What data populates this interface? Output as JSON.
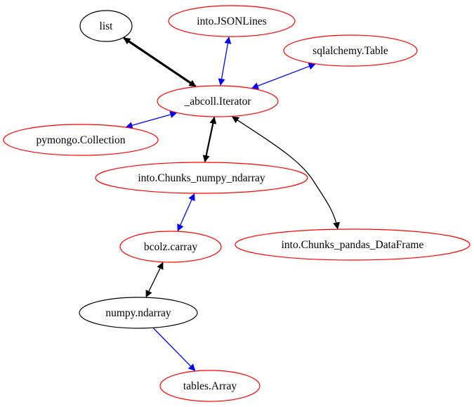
{
  "graph": {
    "nodes": [
      {
        "id": "list",
        "label": "list",
        "style": "black"
      },
      {
        "id": "jsonlines",
        "label": "into.JSONLines",
        "style": "red"
      },
      {
        "id": "sqltable",
        "label": "sqlalchemy.Table",
        "style": "red"
      },
      {
        "id": "iterator",
        "label": "_abcoll.Iterator",
        "style": "red"
      },
      {
        "id": "pymongo",
        "label": "pymongo.Collection",
        "style": "red"
      },
      {
        "id": "chunks_numpy",
        "label": "into.Chunks_numpy_ndarray",
        "style": "red"
      },
      {
        "id": "chunks_pandas",
        "label": "into.Chunks_pandas_DataFrame",
        "style": "red"
      },
      {
        "id": "bcolz",
        "label": "bcolz.carray",
        "style": "red"
      },
      {
        "id": "ndarray",
        "label": "numpy.ndarray",
        "style": "black"
      },
      {
        "id": "tables",
        "label": "tables.Array",
        "style": "red"
      }
    ],
    "edges": [
      {
        "from": "list",
        "to": "iterator",
        "color": "#000000",
        "weight": "heavy",
        "direction": "both"
      },
      {
        "from": "jsonlines",
        "to": "iterator",
        "color": "#0000ff",
        "weight": "normal",
        "direction": "both"
      },
      {
        "from": "sqltable",
        "to": "iterator",
        "color": "#0000ff",
        "weight": "normal",
        "direction": "both"
      },
      {
        "from": "iterator",
        "to": "pymongo",
        "color": "#0000ff",
        "weight": "normal",
        "direction": "both"
      },
      {
        "from": "iterator",
        "to": "chunks_numpy",
        "color": "#000000",
        "weight": "medium",
        "direction": "both"
      },
      {
        "from": "iterator",
        "to": "chunks_pandas",
        "color": "#000000",
        "weight": "normal",
        "direction": "both"
      },
      {
        "from": "chunks_numpy",
        "to": "bcolz",
        "color": "#0000ff",
        "weight": "normal",
        "direction": "both"
      },
      {
        "from": "bcolz",
        "to": "ndarray",
        "color": "#000000",
        "weight": "normal",
        "direction": "both"
      },
      {
        "from": "ndarray",
        "to": "tables",
        "color": "#0000ff",
        "weight": "normal",
        "direction": "forward"
      }
    ]
  }
}
